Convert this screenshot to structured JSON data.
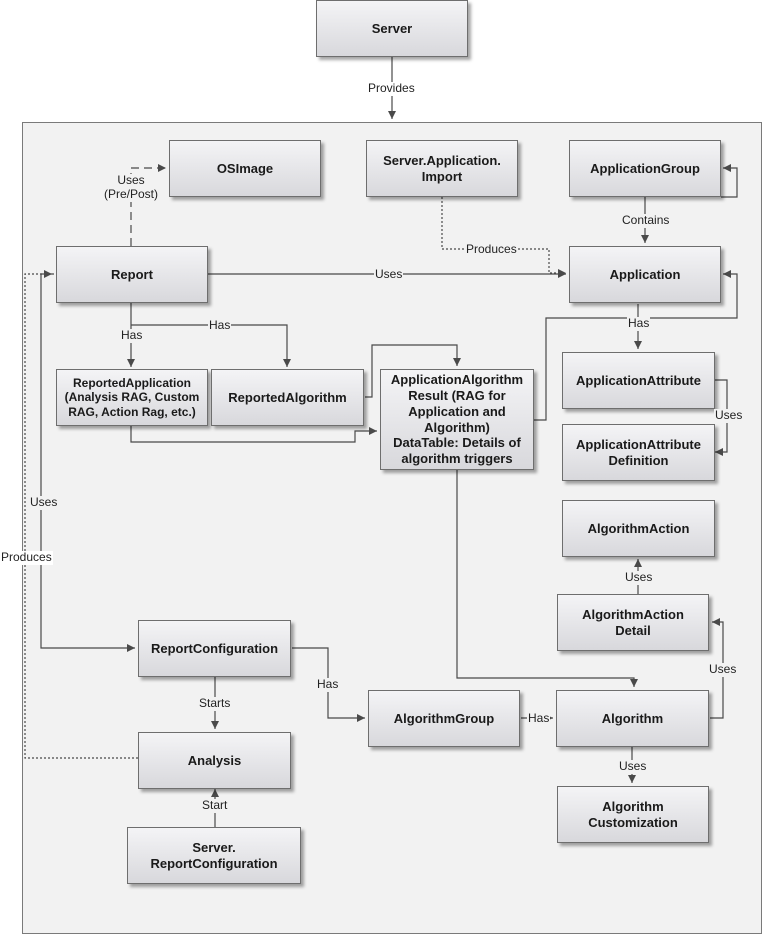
{
  "nodes": {
    "server": "Server",
    "osimage": "OSImage",
    "server_app_import": "Server.Application.\nImport",
    "application_group": "ApplicationGroup",
    "report": "Report",
    "application": "Application",
    "reported_application": "ReportedApplication\n(Analysis RAG, Custom\nRAG, Action Rag, etc.)",
    "reported_algorithm": "ReportedAlgorithm",
    "application_algorithm_result": "ApplicationAlgorithm\nResult (RAG for\nApplication and\nAlgorithm)\nDataTable: Details of\nalgorithm triggers",
    "application_attribute": "ApplicationAttribute",
    "application_attribute_definition": "ApplicationAttribute\nDefinition",
    "algorithm_action": "AlgorithmAction",
    "algorithm_action_detail": "AlgorithmAction\nDetail",
    "report_configuration": "ReportConfiguration",
    "algorithm_group": "AlgorithmGroup",
    "algorithm": "Algorithm",
    "analysis": "Analysis",
    "algorithm_customization": "Algorithm\nCustomization",
    "server_report_configuration": "Server.\nReportConfiguration"
  },
  "edge_labels": {
    "provides": "Provides",
    "uses_pre_post": "Uses\n(Pre/Post)",
    "produces_import": "Produces",
    "contains": "Contains",
    "report_uses_application": "Uses",
    "has_reported_application": "Has",
    "has_reported_algorithm": "Has",
    "application_has": "Has",
    "attribute_uses": "Uses",
    "report_uses_configuration": "Uses",
    "analysis_produces": "Produces",
    "detail_uses_action": "Uses",
    "algorithm_uses_detail": "Uses",
    "configuration_has": "Has",
    "group_has": "Has",
    "starts": "Starts",
    "algorithm_uses_customization": "Uses",
    "start": "Start"
  }
}
